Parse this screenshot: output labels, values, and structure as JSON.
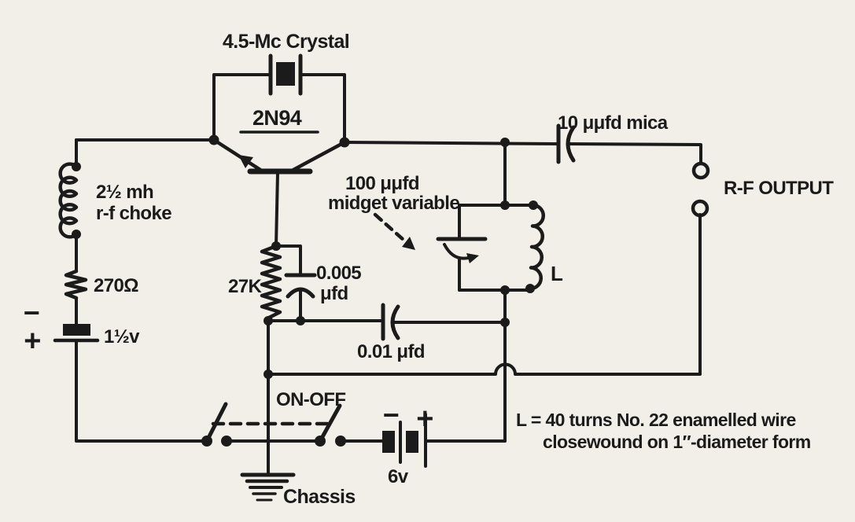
{
  "diagram": {
    "ink_color": "#1b1b1b",
    "paper_color": "#f2efe9",
    "labels": {
      "crystal": "4.5-Mc Crystal",
      "transistor": "2N94",
      "choke_line1": "2½ mh",
      "choke_line2": "r-f choke",
      "resistor_270": "270Ω",
      "battery1_minus": "−",
      "battery1_plus": "+",
      "battery1_value": "1½v",
      "resistor_27k": "27K",
      "cap_005_value": "0.005",
      "cap_005_unit": "μfd",
      "varcap_line1": "100 μμfd",
      "varcap_line2": "midget variable",
      "coil": "L",
      "cap_001": "0.01 μfd",
      "cap_10_mica": "10 μμfd mica",
      "rf_output": "R-F OUTPUT",
      "switch": "ON-OFF",
      "battery2_minus": "−",
      "battery2_plus": "+",
      "battery2_value": "6v",
      "ground": "Chassis",
      "note_line1": "L = 40 turns No. 22 enamelled wire",
      "note_line2": "closewound on 1″-diameter form"
    }
  }
}
